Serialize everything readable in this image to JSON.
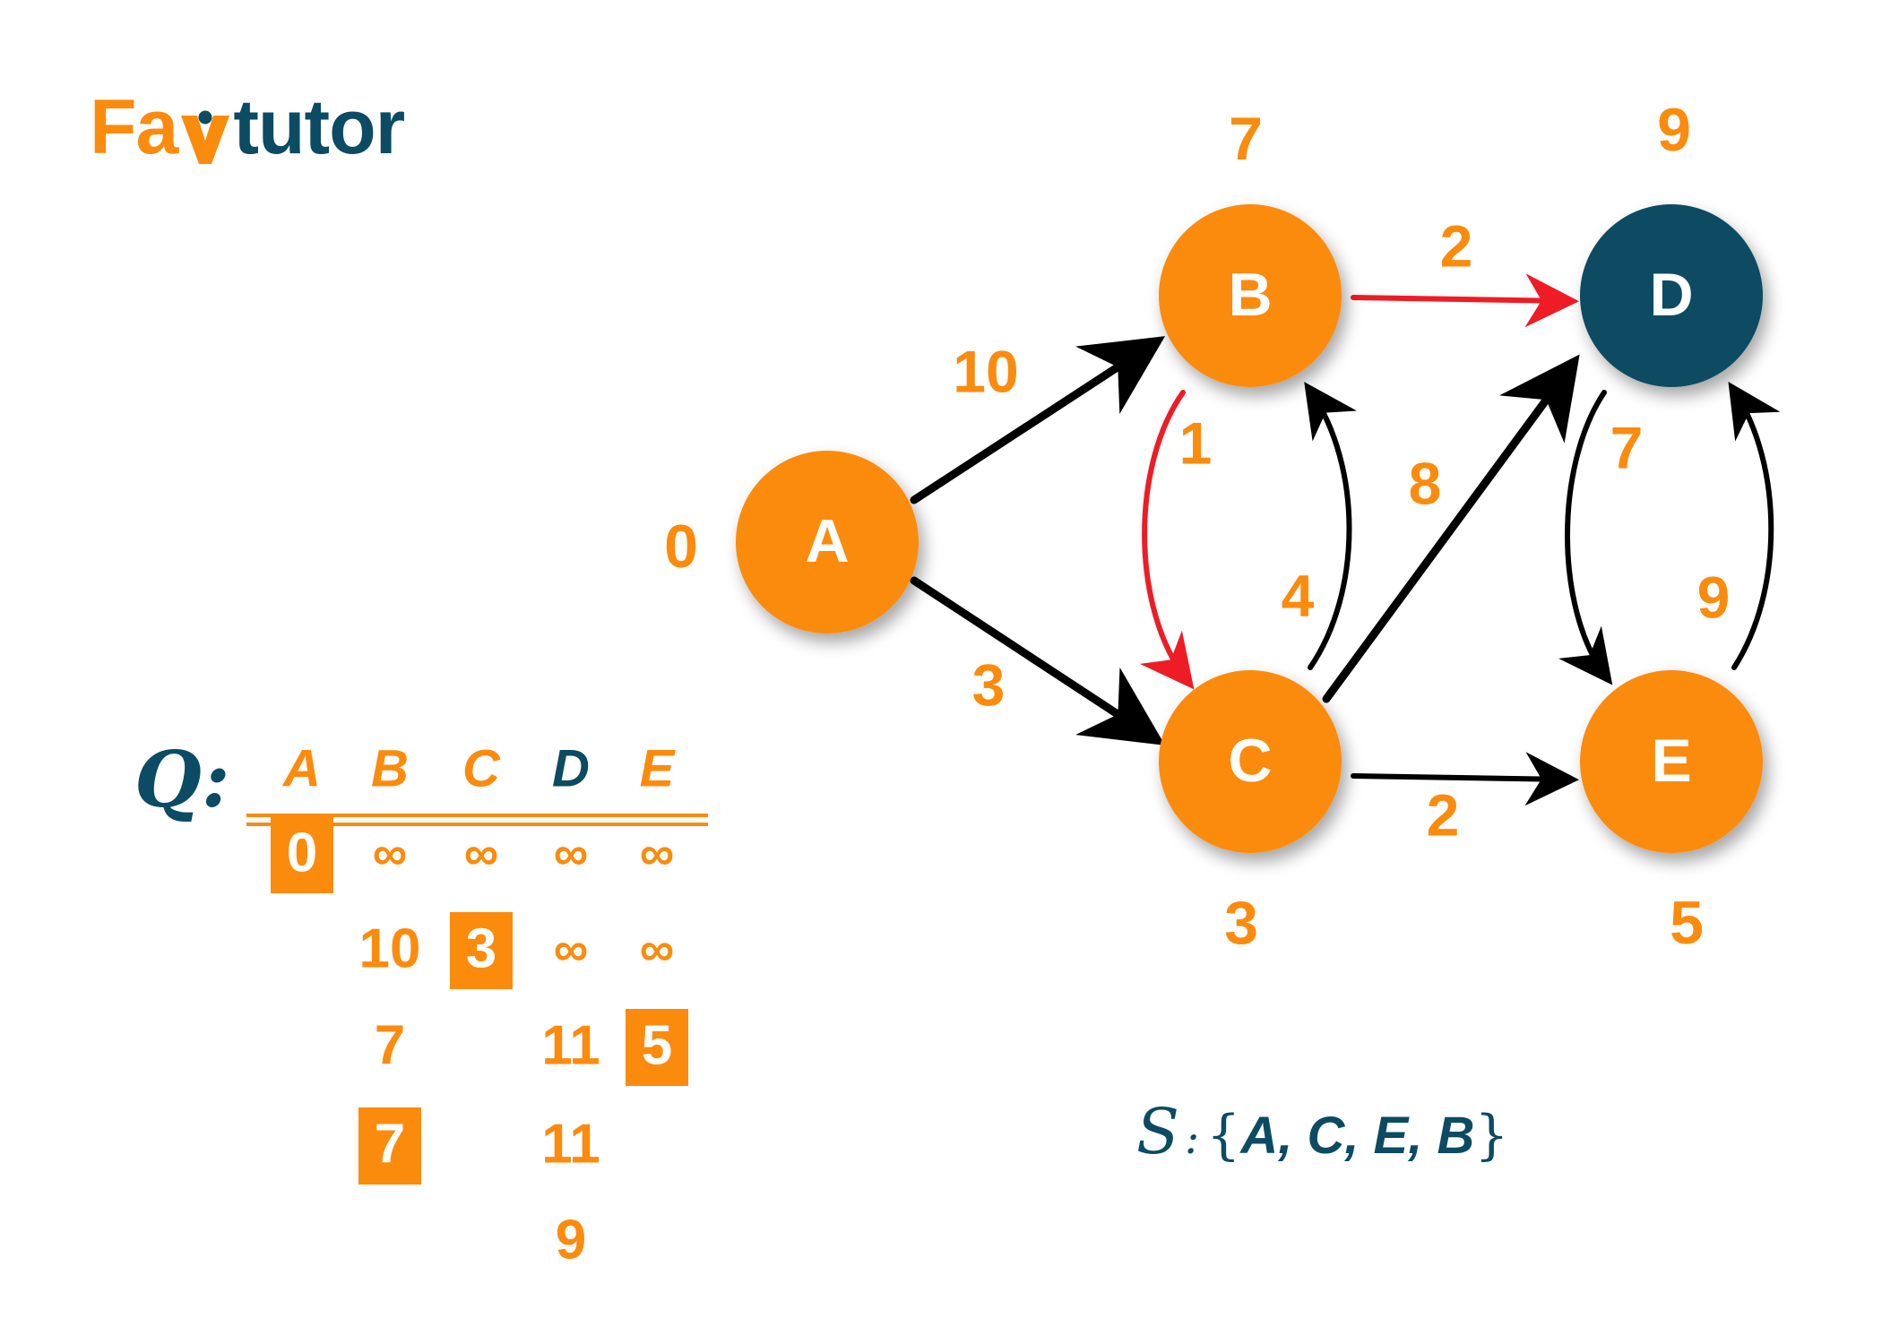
{
  "logo": {
    "part1": "Fa",
    "part2": "tutor"
  },
  "colors": {
    "orange": "#fb8b0d",
    "navy": "#0b4b63",
    "red": "#ee1c24",
    "black": "#000000",
    "white": "#ffffff"
  },
  "nodes": [
    {
      "id": "A",
      "label": "A",
      "distance": "0",
      "fill": "orange"
    },
    {
      "id": "B",
      "label": "B",
      "distance": "7",
      "fill": "orange"
    },
    {
      "id": "C",
      "label": "C",
      "distance": "3",
      "fill": "orange"
    },
    {
      "id": "D",
      "label": "D",
      "distance": "9",
      "fill": "navy"
    },
    {
      "id": "E",
      "label": "E",
      "distance": "5",
      "fill": "orange"
    }
  ],
  "edges": [
    {
      "from": "A",
      "to": "B",
      "weight": "10",
      "color": "black"
    },
    {
      "from": "A",
      "to": "C",
      "weight": "3",
      "color": "black"
    },
    {
      "from": "B",
      "to": "D",
      "weight": "2",
      "color": "red"
    },
    {
      "from": "B",
      "to": "C",
      "weight": "1",
      "color": "red"
    },
    {
      "from": "C",
      "to": "B",
      "weight": "4",
      "color": "black"
    },
    {
      "from": "C",
      "to": "D",
      "weight": "8",
      "color": "black"
    },
    {
      "from": "C",
      "to": "E",
      "weight": "2",
      "color": "black"
    },
    {
      "from": "D",
      "to": "E",
      "weight": "7",
      "color": "black"
    },
    {
      "from": "E",
      "to": "D",
      "weight": "9",
      "color": "black"
    }
  ],
  "queue": {
    "label": "Q:",
    "headers": [
      "A",
      "B",
      "C",
      "D",
      "E"
    ],
    "rows": [
      [
        "0",
        "∞",
        "∞",
        "∞",
        "∞"
      ],
      [
        "",
        "10",
        "3",
        "∞",
        "∞"
      ],
      [
        "",
        "7",
        "",
        "11",
        "5"
      ],
      [
        "",
        "7",
        "",
        "11",
        ""
      ],
      [
        "",
        "",
        "",
        "9",
        ""
      ]
    ],
    "selected": [
      [
        0,
        0
      ],
      [
        1,
        2
      ],
      [
        2,
        4
      ],
      [
        3,
        1
      ]
    ]
  },
  "visited_set": {
    "label": "S",
    "separator": ":",
    "open": "{",
    "items": "A, C, E, B",
    "close": "}"
  }
}
